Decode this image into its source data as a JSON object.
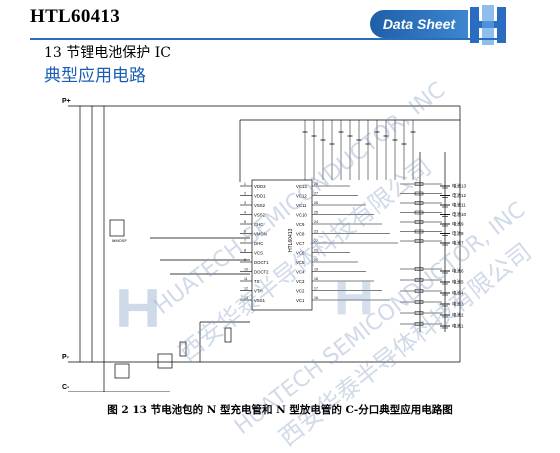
{
  "header": {
    "part_number": "HTL60413",
    "badge": "Data Sheet",
    "subtitle": "13 节锂电池保护 IC",
    "section_title": "典型应用电路"
  },
  "schematic": {
    "terminals": {
      "p_plus": "P+",
      "p_minus": "P-",
      "c_minus": "C-"
    },
    "ic_name": "HTL60413",
    "left_pins": [
      "VDD3",
      "VDD1",
      "VSS2",
      "VSS2",
      "CHC",
      "VMON",
      "DHC",
      "VCS",
      "DOCT1",
      "DOCT2",
      "TS",
      "VTH",
      "VSS1"
    ],
    "left_pin_numbers": [
      "1",
      "2",
      "3",
      "4",
      "5",
      "6",
      "7",
      "8",
      "9",
      "10",
      "11",
      "12",
      "13",
      "14"
    ],
    "right_pins": [
      "VC13",
      "VC12",
      "VC11",
      "VC10",
      "VC9",
      "VC8",
      "VC7",
      "VC6",
      "VC5",
      "VC4",
      "VC3",
      "VC2",
      "VC1"
    ],
    "right_pin_numbers": [
      "28",
      "27",
      "26",
      "25",
      "24",
      "23",
      "22",
      "21",
      "20",
      "19",
      "18",
      "17",
      "16",
      "15"
    ],
    "cells_upper": [
      "电池13",
      "电池12",
      "电池11",
      "电池10",
      "电池9",
      "电池8",
      "电池7"
    ],
    "cells_lower": [
      "电池6",
      "电池5",
      "电池4",
      "电池3",
      "电池2",
      "电池1"
    ],
    "mosfet_label": "MMOSF"
  },
  "caption": "图 2   13 节电池包的 N 型充电管和 N 型放电管的 C-分口典型应用电路图",
  "watermark": {
    "line1": "HUATECH SEMICONDUCTOR, INC",
    "line2": "西安华泰半导体科技有限公司",
    "line3": "HUATECH SEMICONDUCTOR, INC",
    "line4": "西安华泰半导体科技有限公司"
  },
  "colors": {
    "brand_blue": "#2a6cc0",
    "section_blue": "#1a5db5",
    "watermark": "#7896be"
  }
}
